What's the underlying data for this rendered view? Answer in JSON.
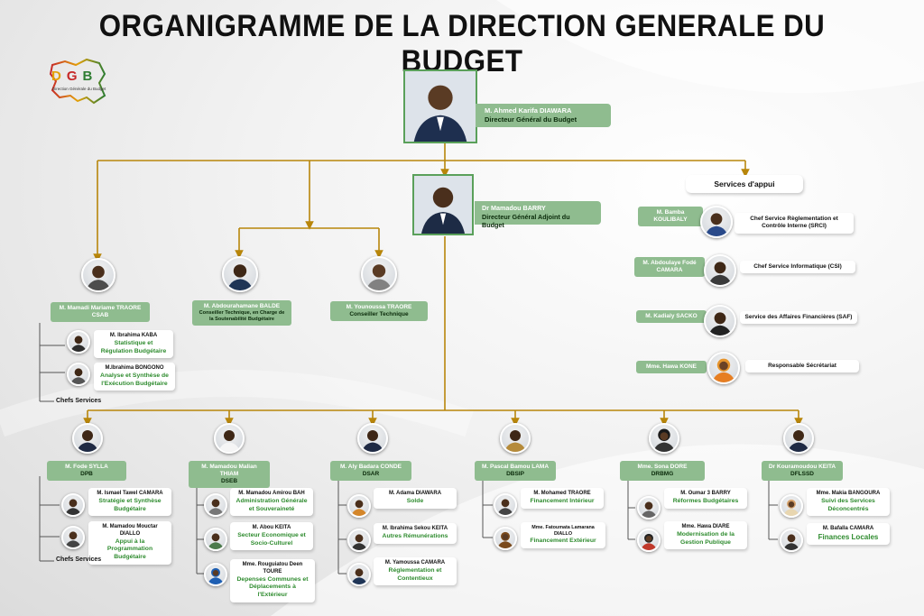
{
  "title": "ORGANIGRAMME DE LA DIRECTION GENERALE DU BUDGET",
  "logo": {
    "letters": [
      "D",
      "G",
      "B"
    ],
    "subtitle": "Direction Générale du Budget"
  },
  "colors": {
    "line": "#b8860b",
    "pill": "#8fbc8f",
    "accent_text": "#2e8b2e",
    "card": "#ffffff"
  },
  "dg": {
    "name": "M. Ahmed Karifa DIAWARA",
    "role": "Directeur Général du Budget"
  },
  "dga": {
    "name": "Dr Mamadou BARRY",
    "role": "Directeur Général Adjoint du Budget"
  },
  "services_appui": {
    "header": "Services d'appui",
    "items": [
      {
        "name": "M. Bamba KOULIBALY",
        "role": "Chef Service Règlementation et Contrôle Interne (SRCI)"
      },
      {
        "name": "M. Abdoulaye Fodé CAMARA",
        "role": "Chef Service Informatique (CSI)"
      },
      {
        "name": "M. Kadialy SACKO",
        "role": "Service des Affaires Financières (SAF)"
      },
      {
        "name": "Mme. Hawa KONE",
        "role": "Responsable Sécrétariat"
      }
    ]
  },
  "conseillers": [
    {
      "name": "M. Mamadi Mariame TRAORE",
      "role": "CSAB"
    },
    {
      "name": "M. Abdourahamane BALDE",
      "role": "Conseiller Technique, en Charge de la Soutenabilité Budgétaire"
    },
    {
      "name": "M. Younoussa TRAORE",
      "role": "Conseiller Technique"
    }
  ],
  "csab_services": [
    {
      "name": "M. Ibrahima KABA",
      "role": "Statistique et Régulation Budgétaire"
    },
    {
      "name": "M.Ibrahima BONGONO",
      "role": "Analyse et Synthèse de l'Exécution Budgétaire"
    }
  ],
  "chefs_label": "Chefs Services",
  "directions": [
    {
      "name": "M. Fode SYLLA",
      "code": "DPB",
      "services": [
        {
          "name": "M. Ismael Tawel CAMARA",
          "role": "Stratégie et Synthèse Budgétaire"
        },
        {
          "name": "M. Mamadou Mouctar DIALLO",
          "role": "Appui à la Programmation Budgétaire"
        }
      ]
    },
    {
      "name": "M. Mamadou Malian THIAM",
      "code": "DSEB",
      "services": [
        {
          "name": "M. Mamadou Amirou BAH",
          "role": "Administration Générale et Souveraineté"
        },
        {
          "name": "M. Abou KEITA",
          "role": "Secteur Economique et Socio-Culturel"
        },
        {
          "name": "Mme. Rouguiatou Deen TOURE",
          "role": "Depenses Communes et Déplacements à l'Extérieur"
        }
      ]
    },
    {
      "name": "M. Aly Badara CONDE",
      "code": "DSAR",
      "services": [
        {
          "name": "M. Adama DIAWARA",
          "role": "Solde"
        },
        {
          "name": "M. Ibrahima Sekou KEITA",
          "role": "Autres Rémunérations"
        },
        {
          "name": "M. Yamoussa CAMARA",
          "role": "Réglementation et Contentieux"
        }
      ]
    },
    {
      "name": "M. Pascal Bamou LAMA",
      "code": "DBSIP",
      "services": [
        {
          "name": "M. Mohamed TRAORE",
          "role": "Financement Intérieur"
        },
        {
          "name": "Mme. Fatoumata Lamarana DIALLO",
          "role": "Financement Extérieur"
        }
      ]
    },
    {
      "name": "Mme. Sona DORE",
      "code": "DRBMG",
      "services": [
        {
          "name": "M. Oumar 3 BARRY",
          "role": "Réformes Budgétaires"
        },
        {
          "name": "Mme. Hawa DIARE",
          "role": "Modernisation de la Gestion Publique"
        }
      ]
    },
    {
      "name": "Dr Kouramoudou KEITA",
      "code": "DFLSSD",
      "services": [
        {
          "name": "Mme. Makia BANGOURA",
          "role": "Suivi des Services Déconcentrés"
        },
        {
          "name": "M. Bafalla CAMARA",
          "role": "Finances Locales"
        }
      ]
    }
  ]
}
